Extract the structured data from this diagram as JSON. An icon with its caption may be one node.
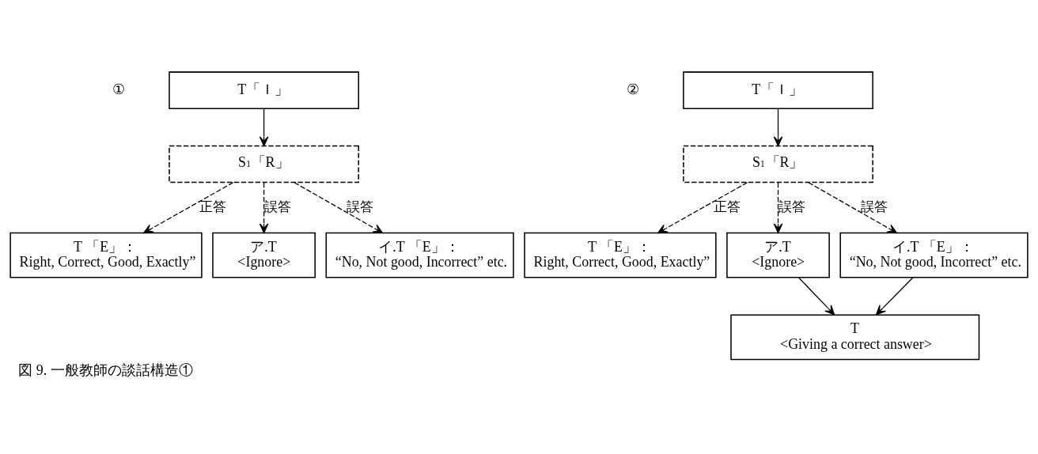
{
  "diagram": {
    "caption": "図 9. 一般教師の談話構造①",
    "nodes": [
      {
        "text": [
          "T「Ｉ」"
        ]
      },
      {
        "text": [
          "S$_{1}$「R」"
        ]
      },
      {
        "text": [
          "T 「E」：",
          "Right, Correct, Good, Exactly”"
        ]
      },
      {
        "text": [
          "ア.T",
          "<Ignore>"
        ]
      },
      {
        "text": [
          "イ.T 「E」：",
          "“No, Not good, Incorrect” etc."
        ]
      },
      {
        "text": [
          "T「Ｉ」"
        ]
      },
      {
        "text": [
          "S$_{1}$「R」"
        ]
      },
      {
        "text": [
          "T 「E」：",
          "Right, Correct, Good, Exactly”"
        ]
      },
      {
        "text": [
          "ア.T",
          "<Ignore>"
        ]
      },
      {
        "text": [
          "イ.T 「E」：",
          "“No, Not good, Incorrect” etc."
        ]
      },
      {
        "text": [
          "T",
          "<Giving a correct answer>"
        ]
      }
    ],
    "edges": [
      {
        "from": 0,
        "to": 1,
        "arrow": "to"
      },
      {
        "from": 1,
        "to": 2,
        "arrow": "to",
        "label": "正答",
        "style": "dashed"
      },
      {
        "from": 1,
        "to": 3,
        "arrow": "to",
        "label": "誤答",
        "style": "dashed"
      },
      {
        "from": 1,
        "to": 4,
        "arrow": "to",
        "label": "誤答",
        "style": "dashed"
      },
      {
        "from": 5,
        "to": 6,
        "arrow": "to"
      },
      {
        "from": 6,
        "to": 7,
        "arrow": "to",
        "label": "正答",
        "style": "dashed"
      },
      {
        "from": 6,
        "to": 8,
        "arrow": "to",
        "label": "誤答",
        "style": "dashed"
      },
      {
        "from": 6,
        "to": 9,
        "arrow": "to",
        "label": "誤答",
        "style": "dashed"
      },
      {
        "from": 8,
        "to": 10,
        "arrow": "to"
      },
      {
        "from": 9,
        "to": 10,
        "arrow": "to"
      }
    ],
    "labels": [
      "①",
      "②"
    ]
  }
}
